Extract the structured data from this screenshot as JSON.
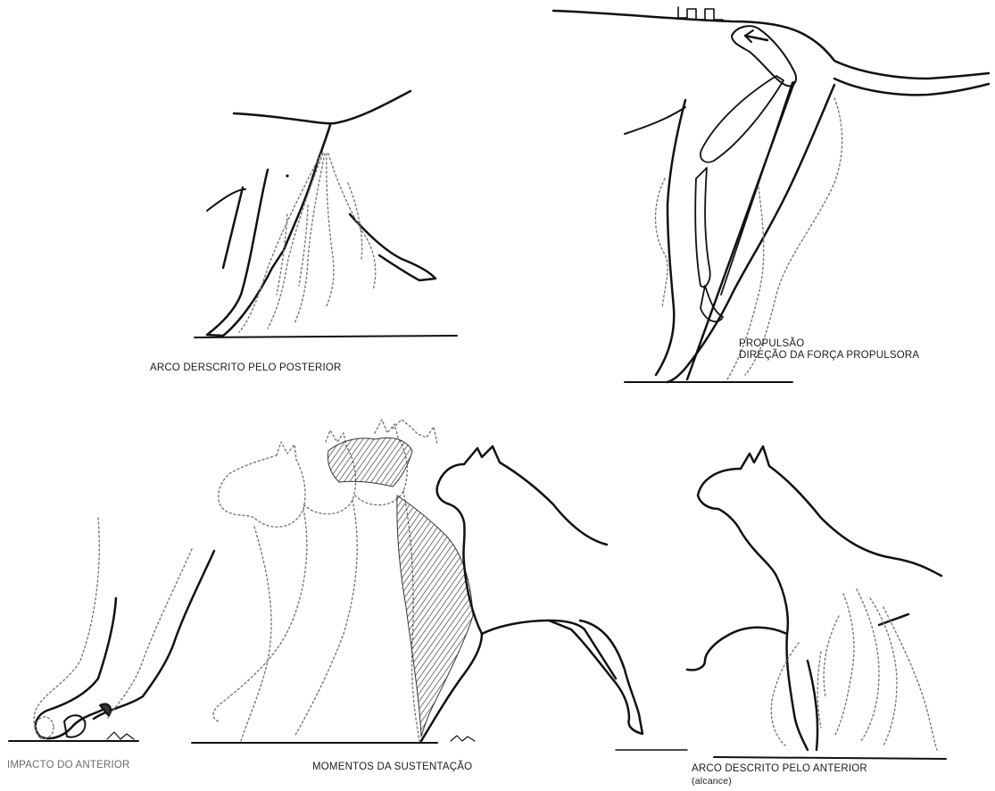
{
  "figure": {
    "captions": {
      "arc_posterior": "ARCO DERSCRITO PELO POSTERIOR",
      "propulsion_title": "PROPULSÃO",
      "propulsion_direction": "DIREÇÃO DA FORÇA PROPULSORA",
      "anterior_impact": "IMPACTO DO ANTERIOR",
      "support_moments": "MOMENTOS DA SUSTENTAÇÃO",
      "arc_anterior": "ARCO DESCRITO PELO ANTERIOR",
      "arc_anterior_note": "(alcance)"
    }
  },
  "colors": {
    "ink": "#111111",
    "ghost": "#8a8a8a",
    "bg": "#ffffff"
  }
}
